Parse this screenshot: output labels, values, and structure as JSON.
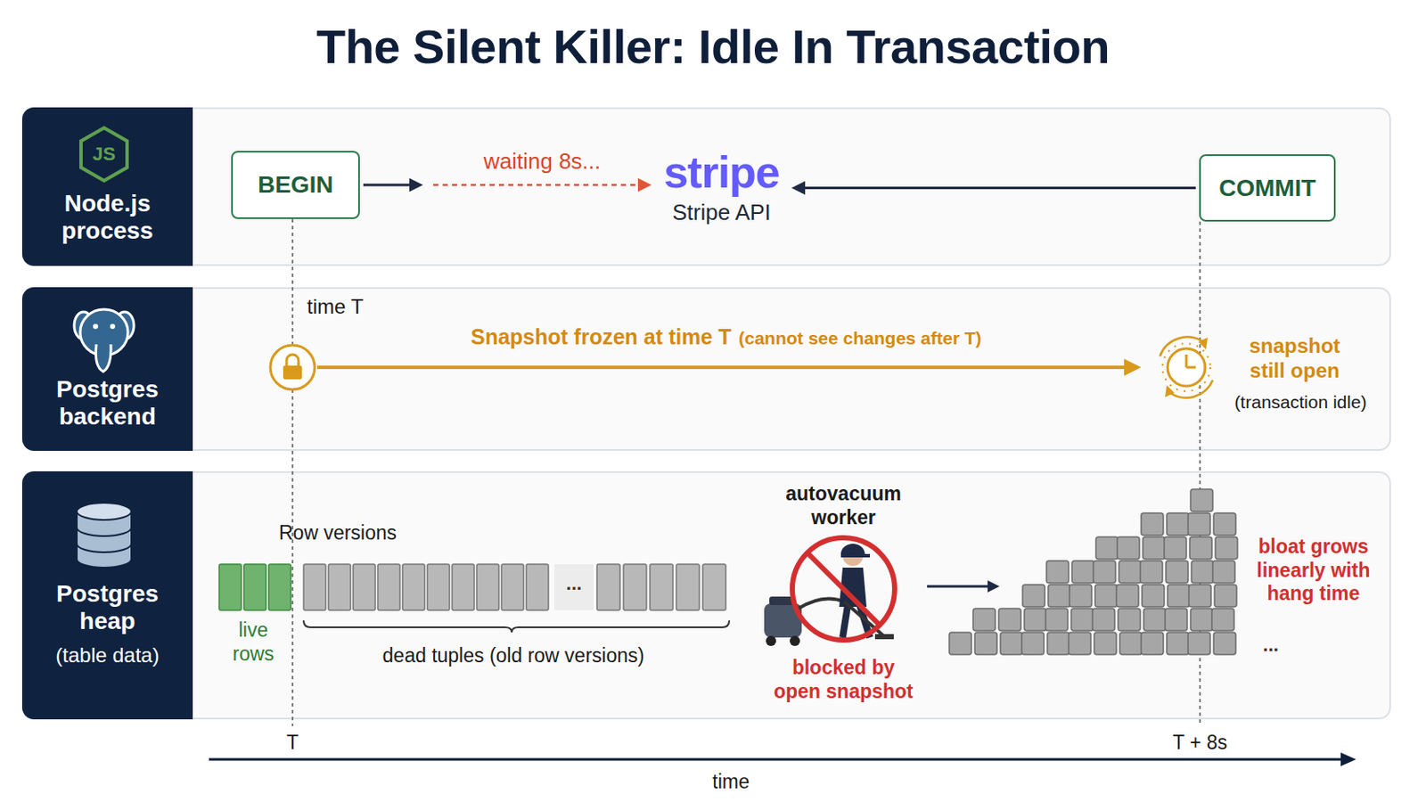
{
  "diagram": {
    "title": "The Silent Killer: Idle In Transaction",
    "nodes": [
      {
        "text": [
          "Node.js process"
        ]
      },
      {
        "text": [
          "BEGIN"
        ],
        "in": 0
      },
      {
        "text": [
          "stripe",
          "Stripe API"
        ],
        "in": 0
      },
      {
        "text": [
          "COMMIT"
        ],
        "in": 0
      },
      {
        "text": [
          "Postgres backend"
        ]
      },
      {
        "text": [
          "Postgres heap",
          "(table data)"
        ]
      }
    ],
    "edges": [
      {
        "from": 1,
        "to": 2,
        "arrow": "to",
        "label": "waiting 8s..."
      },
      {
        "from": 3,
        "to": 2,
        "arrow": "to"
      }
    ],
    "labels": [
      "JS",
      "time T",
      "Snapshot frozen at time T",
      "(cannot see changes after T)",
      "snapshot still open",
      "(transaction idle)",
      "Row versions",
      "live rows",
      "dead tuples (old row versions)",
      "...",
      "autovacuum worker",
      "blocked by open snapshot",
      "bloat grows linearly with hang time",
      "...",
      "T",
      "T + 8s",
      "time"
    ]
  }
}
